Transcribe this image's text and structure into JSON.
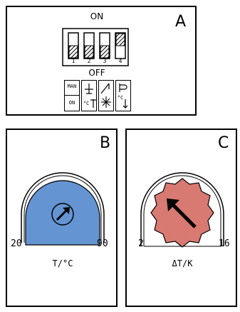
{
  "panel_a": {
    "letter": "A",
    "on_label": "ON",
    "off_label": "OFF",
    "switches": [
      {
        "number": "1",
        "position": "off"
      },
      {
        "number": "2",
        "position": "off"
      },
      {
        "number": "3",
        "position": "off"
      },
      {
        "number": "4",
        "position": "on"
      }
    ],
    "legend": {
      "man_label": "MAN",
      "on_label": "ON",
      "celsius_label": "°C",
      "celsius_label_2": "°C",
      "icons": [
        "manual-on-icon",
        "temperature-drop-icon",
        "snowflake-switch-icon",
        "temperature-probe-icon"
      ]
    }
  },
  "panel_b": {
    "letter": "B",
    "min_label": "20",
    "max_label": "90",
    "unit_label": "T/°C",
    "dial_color": "#6495d2",
    "knob_shape": "circle"
  },
  "panel_c": {
    "letter": "C",
    "min_label": "2",
    "max_label": "16",
    "unit_label": "ΔT/K",
    "dial_color": "#d87a72",
    "knob_shape": "wavy-polygon"
  }
}
